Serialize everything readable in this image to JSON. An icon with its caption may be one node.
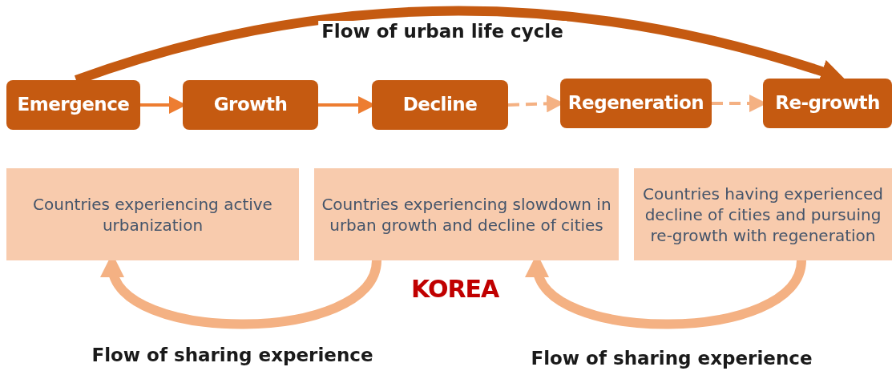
{
  "diagram": {
    "nodes": [
      {
        "text": [
          "Emergence"
        ]
      },
      {
        "text": [
          "Growth"
        ]
      },
      {
        "text": [
          "Decline"
        ]
      },
      {
        "text": [
          "Regeneration"
        ]
      },
      {
        "text": [
          "Re-growth"
        ]
      },
      {
        "text": [
          "Countries experiencing active urbanization"
        ]
      },
      {
        "text": [
          "Countries experiencing slowdown in urban growth and decline of cities"
        ]
      },
      {
        "text": [
          "Countries having experienced decline of cities and pursuing re-growth with regeneration"
        ]
      }
    ],
    "edges": [
      {
        "from": 0,
        "to": 4,
        "arrow": "to",
        "label": "Flow of urban life cycle",
        "style": "thick",
        "color": "#c55a11"
      },
      {
        "from": 0,
        "to": 1,
        "arrow": "to"
      },
      {
        "from": 1,
        "to": 2,
        "arrow": "to"
      },
      {
        "from": 2,
        "to": 3,
        "arrow": "to",
        "style": "dashed",
        "color": "#f4b183"
      },
      {
        "from": 3,
        "to": 4,
        "arrow": "to",
        "style": "dashed",
        "color": "#f4b183"
      },
      {
        "from": 6,
        "to": 5,
        "arrow": "to",
        "label": "Flow of sharing experience",
        "style": "thick",
        "color": "#f4b183"
      },
      {
        "from": 7,
        "to": 6,
        "arrow": "to",
        "label": "Flow of sharing experience",
        "style": "thick",
        "color": "#f4b183"
      }
    ],
    "labels": [
      "KOREA"
    ]
  }
}
